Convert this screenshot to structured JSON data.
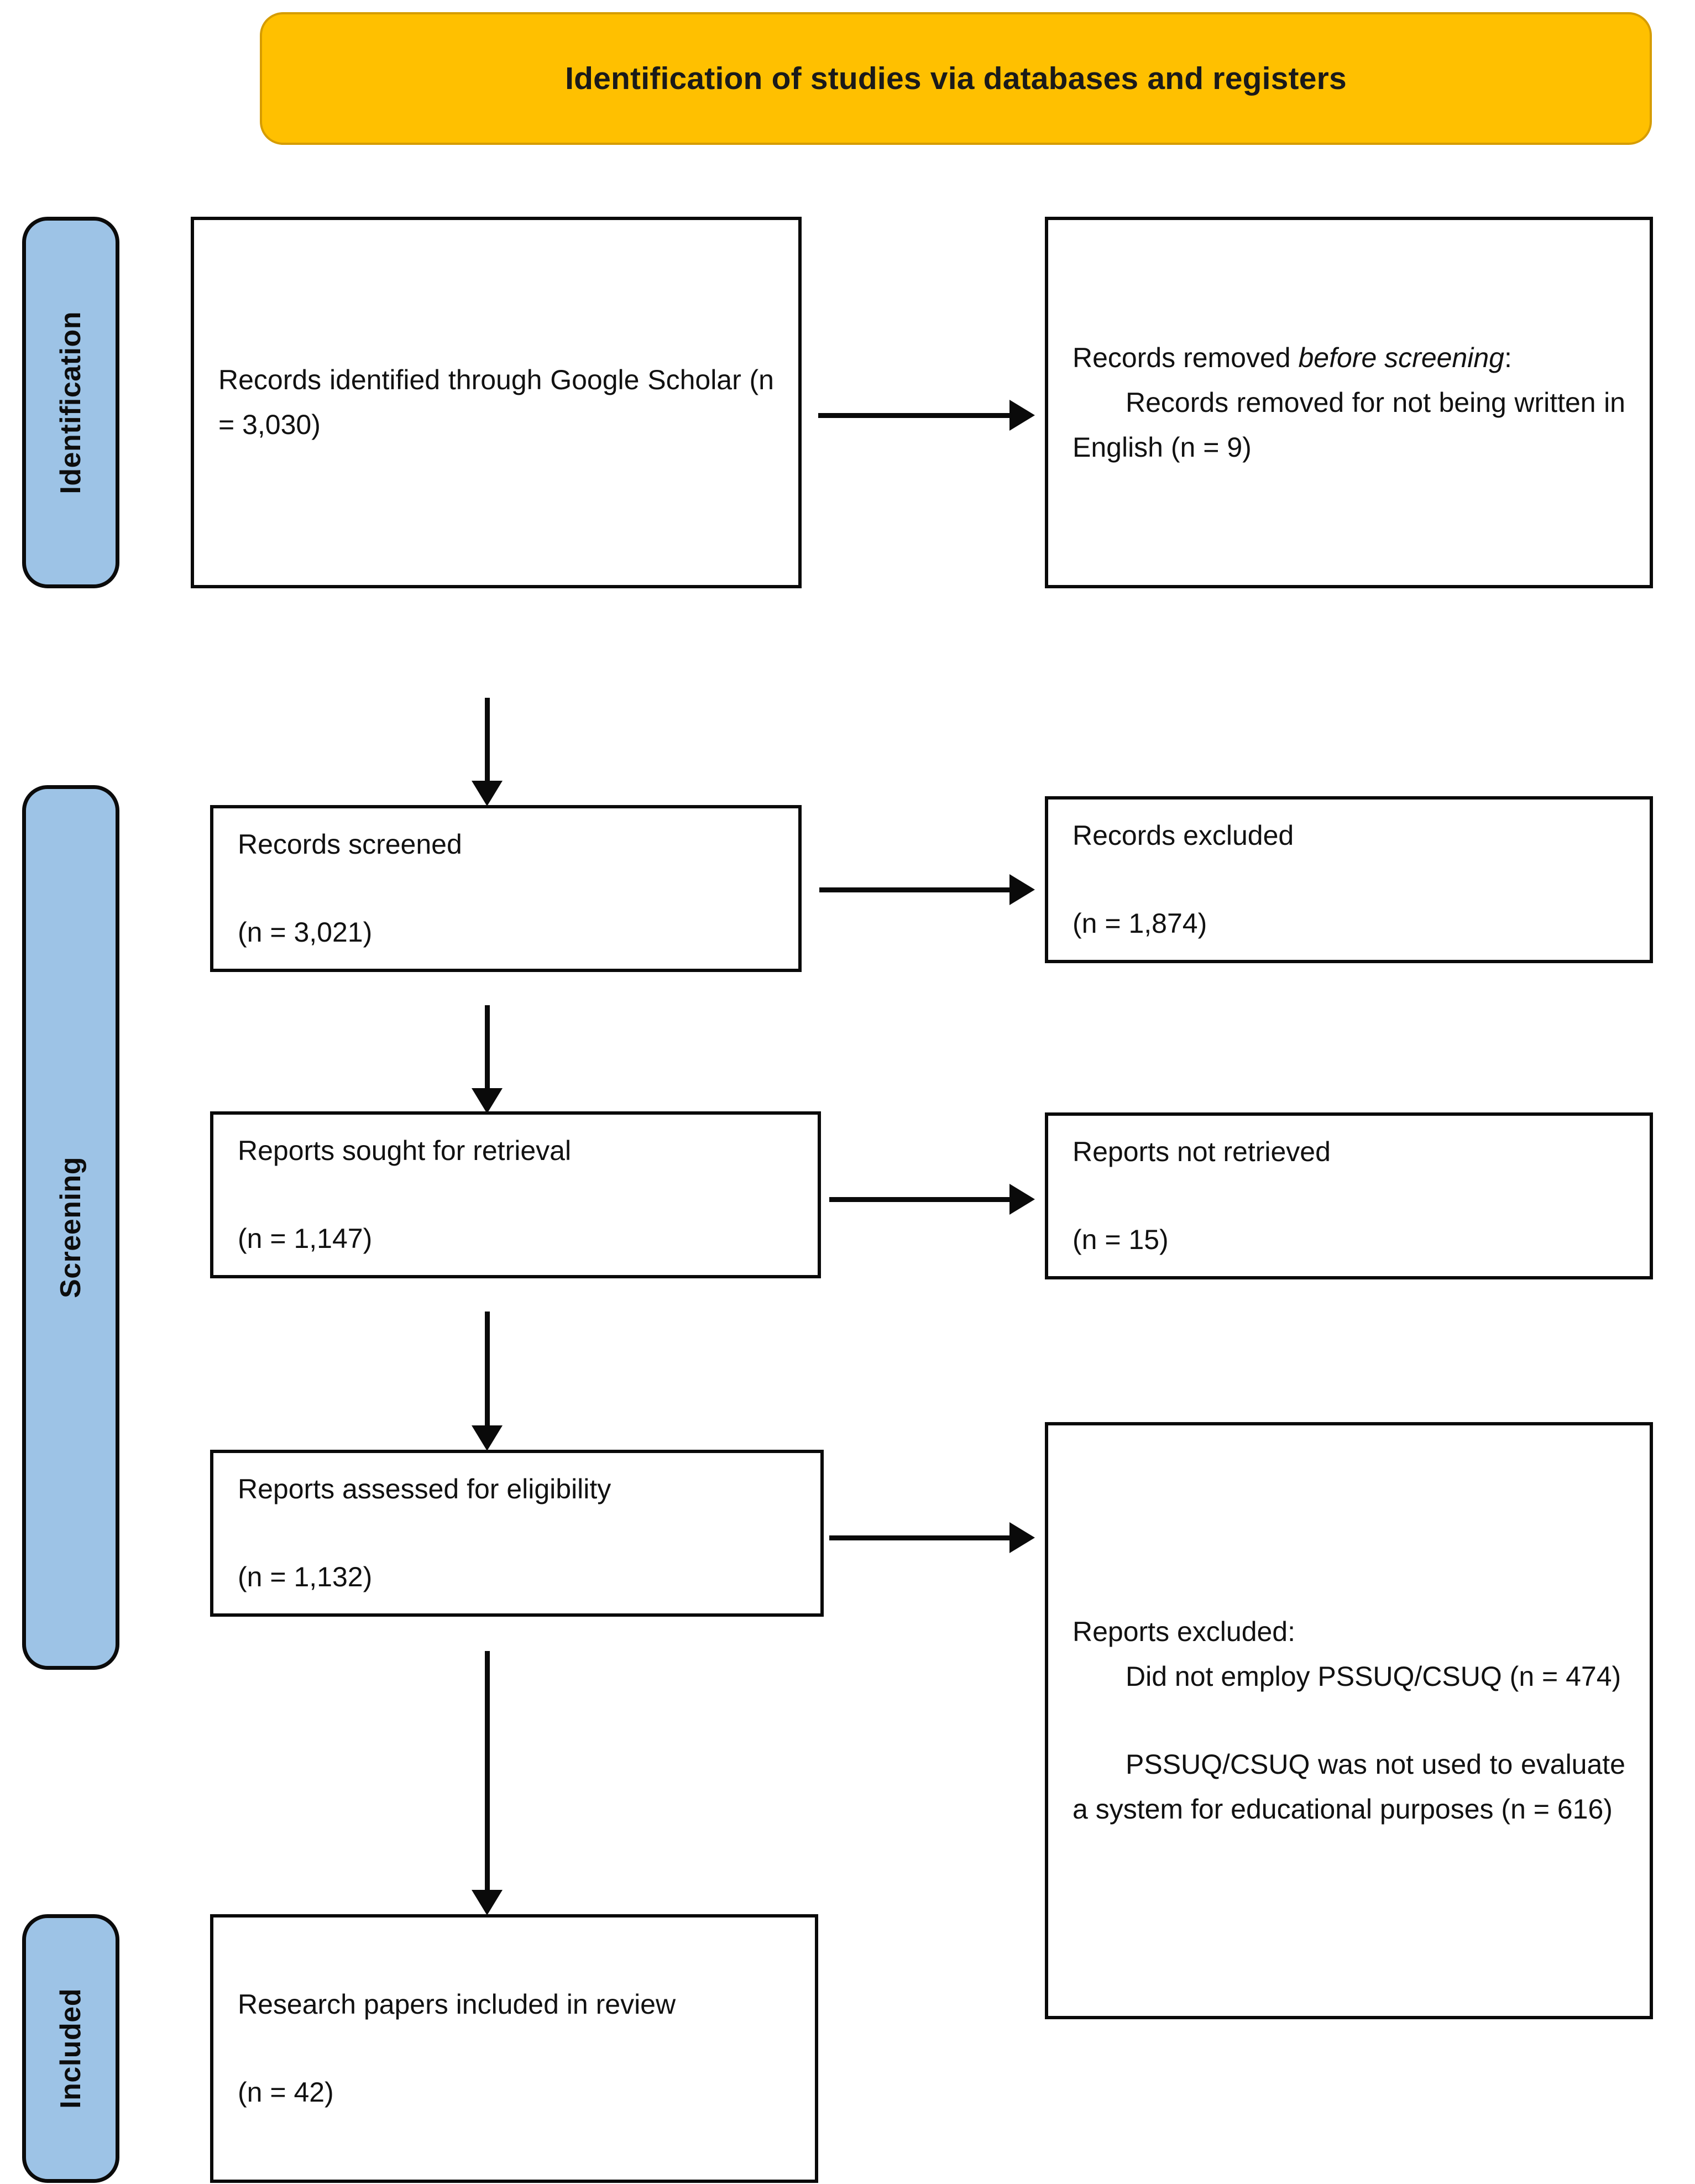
{
  "banner": {
    "title": "Identification of studies via databases and registers",
    "fill_color": "#FFC000",
    "border_color": "#D69C00"
  },
  "phases": {
    "identification": "Identification",
    "screening": "Screening",
    "included": "Included",
    "fill_color": "#9DC3E6",
    "border_color": "#0B0B0B"
  },
  "boxes": {
    "identified": {
      "line1": "Records identified through",
      "line2": "Google Scholar (n = 3,030)",
      "full_text": "Records identified through Google Scholar (n = 3,030)",
      "count_label": "n = 3,030",
      "count": 3030
    },
    "removed_before_screening": {
      "lead_plain": "Records removed ",
      "lead_italic": "before screening",
      "lead_colon": ":",
      "detail": "Records removed for not being written in English (n = 9)",
      "count_label": "n = 9",
      "count": 9
    },
    "records_screened": {
      "title": "Records screened",
      "count_label": "(n = 3,021)",
      "count": 3021
    },
    "records_excluded": {
      "title": "Records excluded",
      "count_label": "(n = 1,874)",
      "count": 1874
    },
    "reports_sought": {
      "title": "Reports sought for retrieval",
      "count_label": "(n = 1,147)",
      "count": 1147
    },
    "reports_not_retrieved": {
      "title": "Reports not retrieved",
      "count_label": "(n = 15)",
      "count": 15
    },
    "reports_assessed": {
      "title": "Reports assessed for eligibility",
      "count_label": "(n = 1,132)",
      "count": 1132
    },
    "reports_excluded": {
      "title": "Reports excluded:",
      "reason1": "Did not employ PSSUQ/CSUQ (n = 474)",
      "reason1_count_label": "n = 474",
      "reason1_count": 474,
      "reason2": "PSSUQ/CSUQ was not used to evaluate a system for educational purposes (n = 616)",
      "reason2_count_label": "n = 616",
      "reason2_count": 616
    },
    "included_review": {
      "line1": "Research papers included in",
      "line2": "review",
      "full_text": "Research papers included in review",
      "count_label": "(n = 42)",
      "count": 42
    }
  },
  "flow": {
    "identification_to_removed": "arrow-right",
    "identification_to_screening": "arrow-down",
    "screened_to_excluded": "arrow-right",
    "screened_to_sought": "arrow-down",
    "sought_to_not_retrieved": "arrow-right",
    "sought_to_assessed": "arrow-down",
    "assessed_to_excluded": "arrow-right",
    "assessed_to_included": "arrow-down"
  }
}
